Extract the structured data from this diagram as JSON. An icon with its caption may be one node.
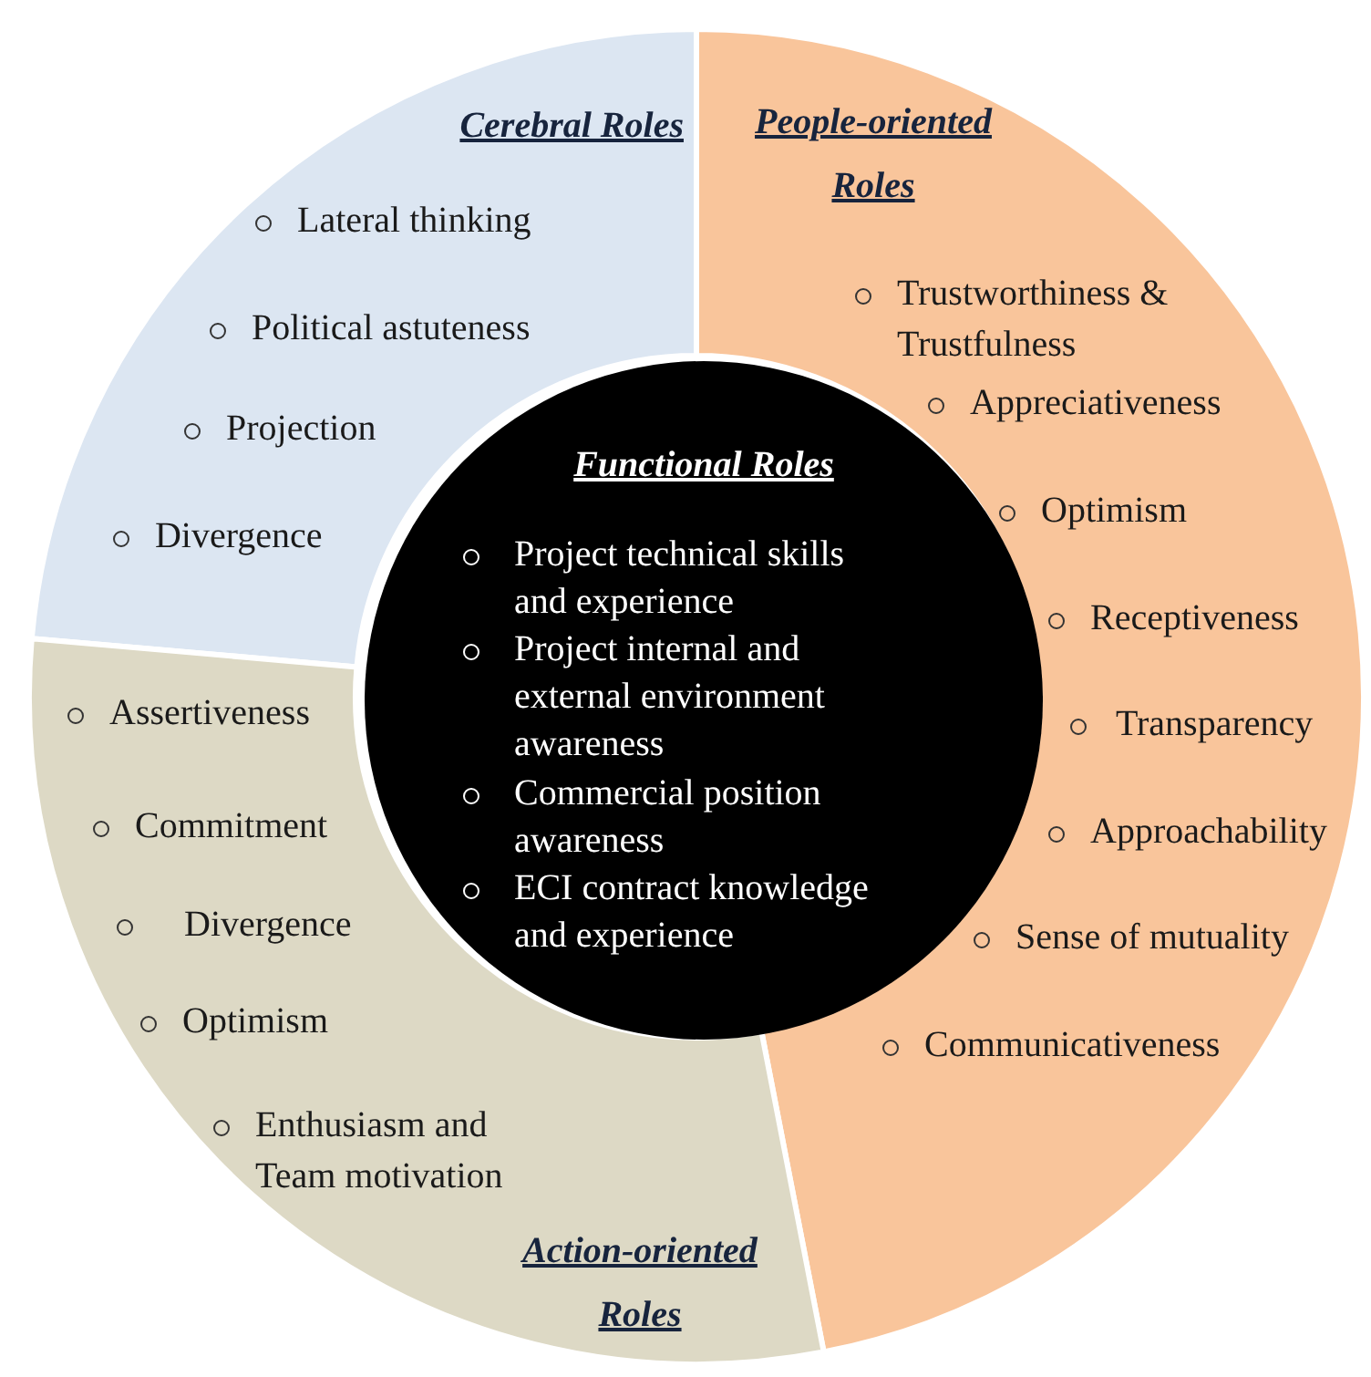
{
  "diagram": {
    "nodes": [
      {
        "text": [
          "Cerebral Roles",
          "Lateral thinking",
          "Political astuteness",
          "Projection",
          "Divergence"
        ]
      },
      {
        "text": [
          "People-oriented Roles",
          "Trustworthiness & Trustfulness",
          "Appreciativeness",
          "Optimism",
          "Receptiveness",
          "Transparency",
          "Approachability",
          "Sense of mutuality",
          "Communicativeness"
        ]
      },
      {
        "text": [
          "Action-oriented Roles",
          "Assertiveness",
          "Commitment",
          "Divergence",
          "Optimism",
          "Enthusiasm and Team motivation"
        ]
      },
      {
        "text": [
          "Functional Roles",
          "Project technical skills and experience",
          "Project internal and external environment awareness",
          "Commercial position awareness",
          "ECI contract knowledge and experience"
        ]
      }
    ]
  }
}
